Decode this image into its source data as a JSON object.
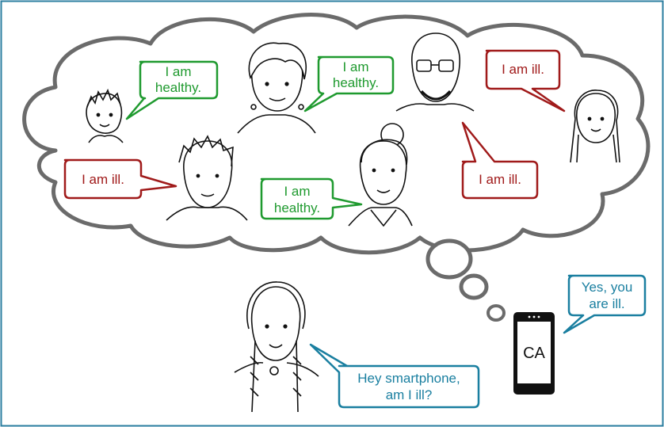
{
  "colors": {
    "frame": "#2d7fa0",
    "healthy": "#1f9a2f",
    "ill": "#a01a1a",
    "assistant": "#1a7fa0",
    "cloud_stroke": "#6b6b6b",
    "ink": "#111111"
  },
  "thought": {
    "bubbles": [
      {
        "id": "boy",
        "lines": [
          "I am",
          "healthy."
        ],
        "status": "healthy"
      },
      {
        "id": "woman-short-hair",
        "lines": [
          "I am",
          "healthy."
        ],
        "status": "healthy"
      },
      {
        "id": "bald-man",
        "lines": [
          "I am ill."
        ],
        "status": "ill"
      },
      {
        "id": "young-man",
        "lines": [
          "I am ill."
        ],
        "status": "ill"
      },
      {
        "id": "woman-bun",
        "lines": [
          "I am",
          "healthy."
        ],
        "status": "healthy"
      },
      {
        "id": "bald-man-second",
        "lines": [
          "I am ill."
        ],
        "status": "ill"
      }
    ]
  },
  "user": {
    "lines": [
      "Hey smartphone,",
      "am I ill?"
    ]
  },
  "phone": {
    "label": "CA",
    "lines": [
      "Yes, you",
      "are ill."
    ]
  }
}
